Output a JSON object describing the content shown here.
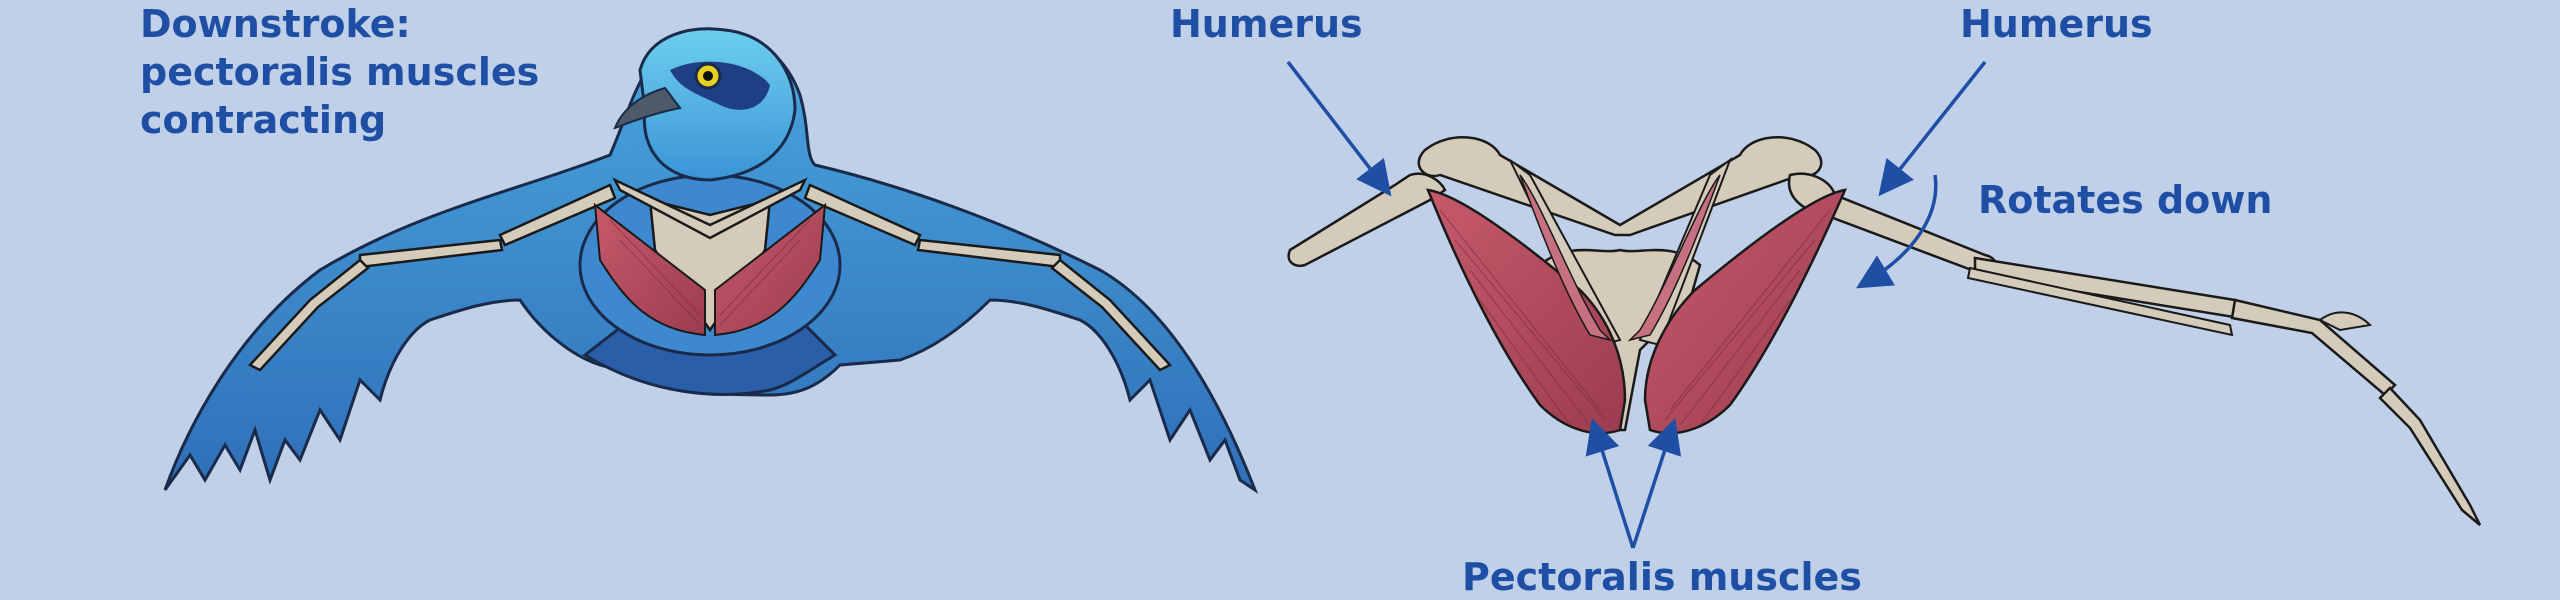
{
  "title": {
    "line1": "Downstroke:",
    "line2": "pectoralis muscles",
    "line3": "contracting"
  },
  "labels": {
    "humerus_left": "Humerus",
    "humerus_right": "Humerus",
    "rotates_down": "Rotates down",
    "pectoralis_muscles": "Pectoralis muscles"
  },
  "colors": {
    "background": "#bfd0e8",
    "label_text": "#1f4ea5",
    "bird_body_blue": "#3a7fc6",
    "bone": "#d5cbbb",
    "muscle": "#b24a5c",
    "arrow": "#1f4ea5"
  }
}
